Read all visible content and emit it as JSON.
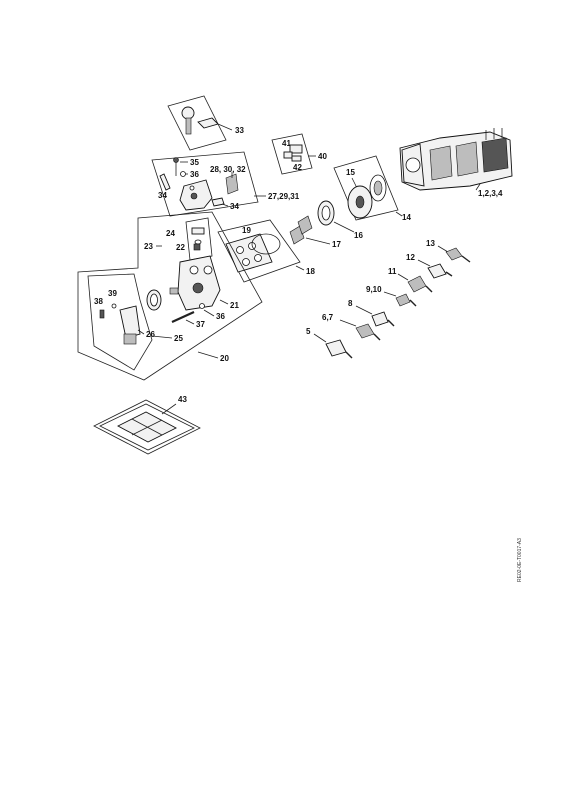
{
  "callouts": {
    "c33": "33",
    "c41": "41",
    "c40": "40",
    "c42": "42",
    "c35": "35",
    "c36a": "36",
    "c28_30_32": "28, 30, 32",
    "c34a": "34",
    "c34b": "34",
    "c27_29_31": "27,29,31",
    "c15": "15",
    "c1_2_3_4": "1,2,3,4",
    "c14": "14",
    "c16": "16",
    "c17": "17",
    "c18": "18",
    "c19": "19",
    "c24": "24",
    "c22": "22",
    "c23": "23",
    "c13": "13",
    "c12": "12",
    "c11": "11",
    "c9_10": "9,10",
    "c8": "8",
    "c6_7": "6,7",
    "c5": "5",
    "c38": "38",
    "c39": "39",
    "c21": "21",
    "c36b": "36",
    "c37": "37",
    "c26": "26",
    "c25": "25",
    "c20": "20",
    "c43": "43"
  },
  "reference_code": "RE02-0E-T0017-A3"
}
